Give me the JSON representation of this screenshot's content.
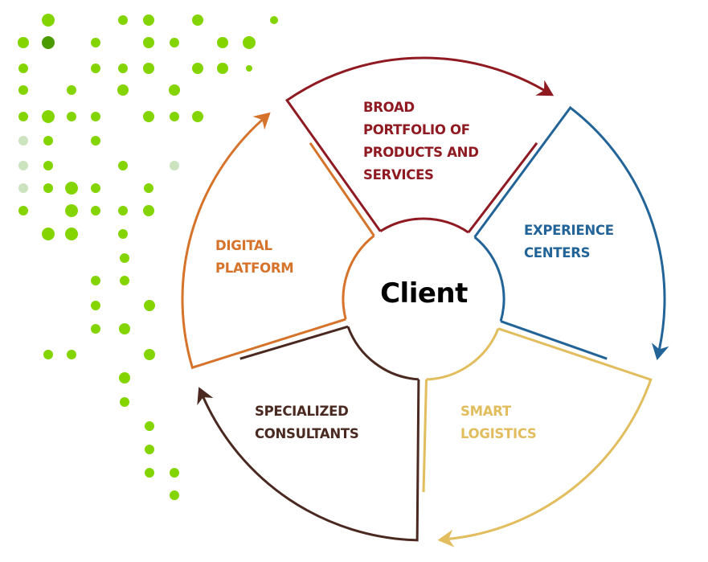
{
  "diagram": {
    "center": {
      "label": "Client",
      "color": "#000000"
    },
    "segments": [
      {
        "id": "broad-portfolio",
        "lines": [
          "BROAD",
          "PORTFOLIO OF",
          "PRODUCTS AND",
          "SERVICES"
        ],
        "color": "#8f1a22"
      },
      {
        "id": "experience-centers",
        "lines": [
          "EXPERIENCE",
          "CENTERS"
        ],
        "color": "#236498"
      },
      {
        "id": "smart-logistics",
        "lines": [
          "SMART",
          "LOGISTICS"
        ],
        "color": "#e2bd5e"
      },
      {
        "id": "specialized-consultants",
        "lines": [
          "SPECIALIZED",
          "CONSULTANTS"
        ],
        "color": "#4a2a20"
      },
      {
        "id": "digital-platform",
        "lines": [
          "DIGITAL",
          "PLATFORM"
        ],
        "color": "#d6732a"
      }
    ],
    "flow_direction": "clockwise"
  },
  "decoration": {
    "dot_colors": {
      "primary": "#84d400",
      "dark": "#4a9a00",
      "faded": "#cce3c0"
    }
  }
}
